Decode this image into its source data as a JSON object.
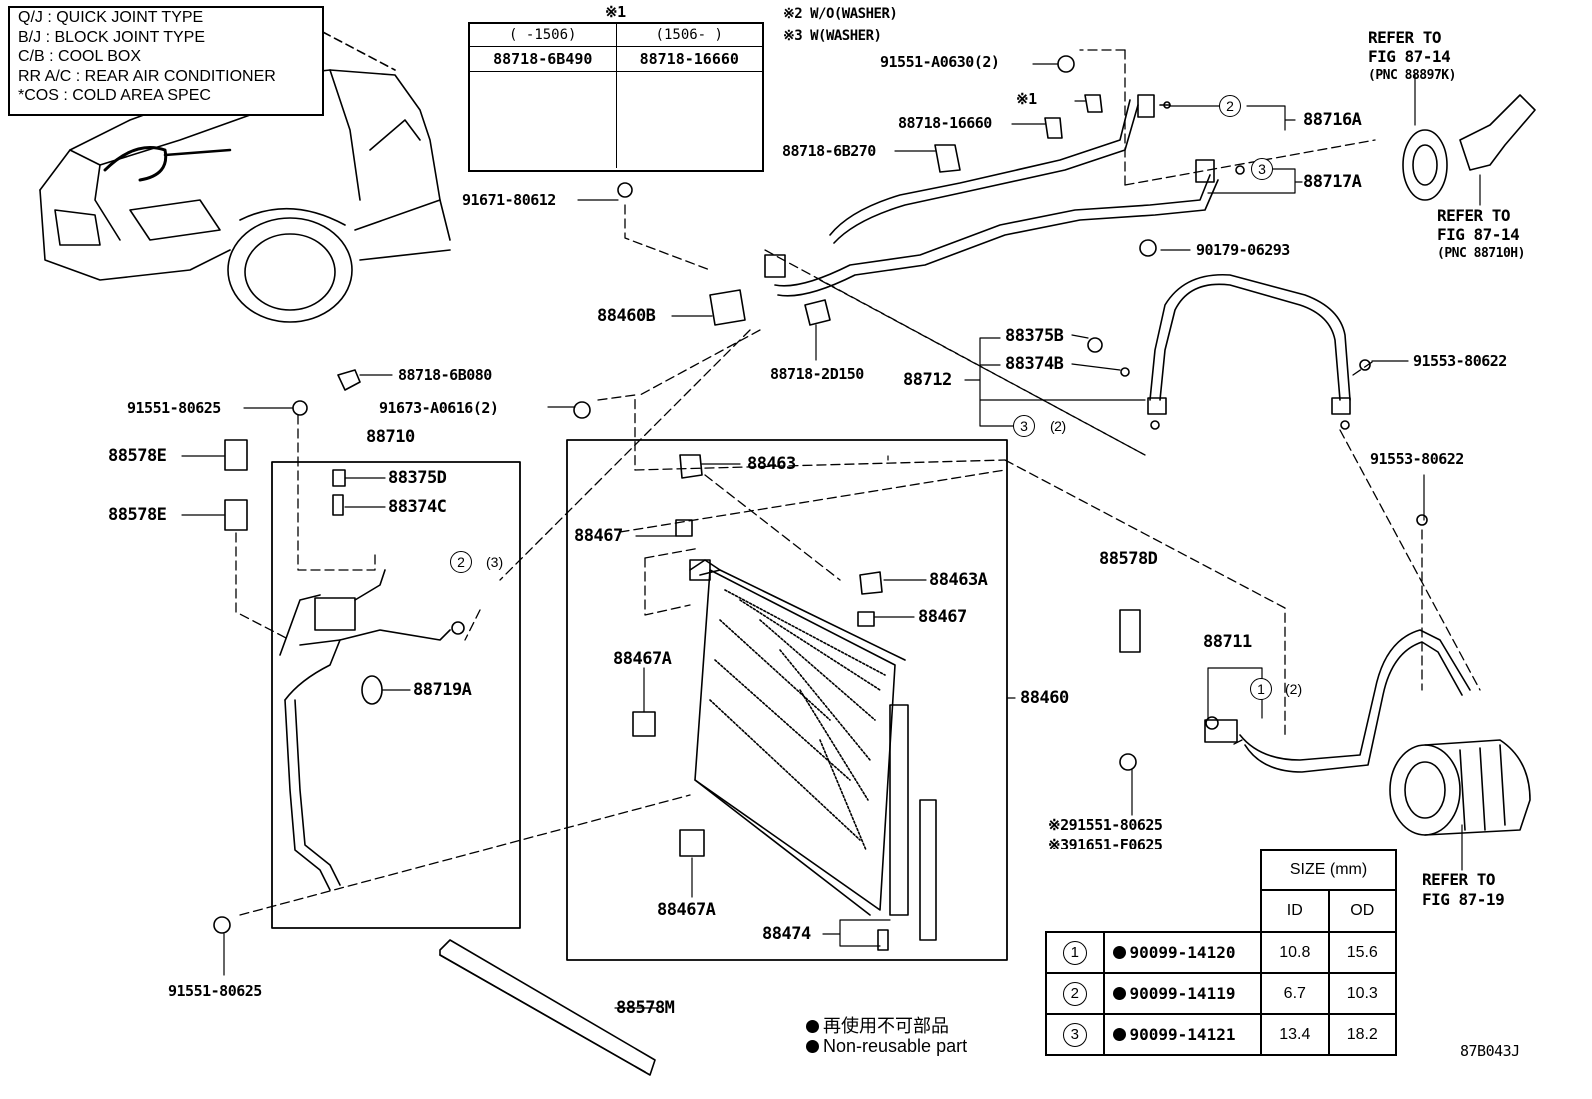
{
  "legend": {
    "rows": [
      "Q/J  :  QUICK JOINT TYPE",
      "B/J  :  BLOCK JOINT TYPE",
      "C/B  :  COOL BOX",
      "RR A/C  :  REAR AIR CONDITIONER",
      "*COS  :  COLD AREA SPEC"
    ]
  },
  "notes": {
    "note1_mark": "※1",
    "note2": "※2 W/O(WASHER)",
    "note3": "※3 W(WASHER)"
  },
  "variant_table": {
    "col1_range": "(     -1506)",
    "col2_range": "(1506-     )",
    "col1_part": "88718-6B490",
    "col2_part": "88718-16660"
  },
  "refs": {
    "ref_88897k": {
      "line1": "REFER TO",
      "line2": "FIG 87-14",
      "line3": "(PNC 88897K)"
    },
    "ref_88710h": {
      "line1": "REFER TO",
      "line2": "FIG 87-14",
      "line3": "(PNC 88710H)"
    },
    "ref_87_19": {
      "line1": "REFER TO",
      "line2": "FIG 87-19"
    }
  },
  "labels": {
    "p91551_a0630": "91551-A0630(2)",
    "mark1": "※1",
    "p88718_16660": "88718-16660",
    "p88718_6b270": "88718-6B270",
    "p88716a": "88716A",
    "p88717a": "88717A",
    "p91671_80612": "91671-80612",
    "p90179_06293": "90179-06293",
    "p88460b": "88460B",
    "p88718_2d150": "88718-2D150",
    "p88375b": "88375B",
    "p88374b": "88374B",
    "p88712": "88712",
    "p91553_80622a": "91553-80622",
    "p91553_80622b": "91553-80622",
    "p88718_6b080": "88718-6B080",
    "p91551_80625a": "91551-80625",
    "p91673_a0616": "91673-A0616(2)",
    "p88710": "88710",
    "p88578e1": "88578E",
    "p88578e2": "88578E",
    "p88375d": "88375D",
    "p88374c": "88374C",
    "p88719a": "88719A",
    "p88463": "88463",
    "p88467a": "88467",
    "p88463a": "88463A",
    "p88467b": "88467",
    "p88467a1": "88467A",
    "p88467a2": "88467A",
    "p88460": "88460",
    "p88474": "88474",
    "p88578d": "88578D",
    "p88711": "88711",
    "p291551": "※291551-80625",
    "p391651": "※391651-F0625",
    "p91551_80625b": "91551-80625",
    "p88578m": "88578M",
    "qty_3_2": "(2)",
    "qty_2_3": "(3)",
    "qty_1_2": "(2)",
    "circ1": "1",
    "circ2": "2",
    "circ3": "3",
    "circ2b": "2",
    "circ3b": "3",
    "circ1b": "1"
  },
  "size_table": {
    "header": "SIZE (mm)",
    "col_id": "ID",
    "col_od": "OD",
    "rows": [
      {
        "num": "1",
        "part": "90099-14120",
        "id": "10.8",
        "od": "15.6"
      },
      {
        "num": "2",
        "part": "90099-14119",
        "id": "6.7",
        "od": "10.3"
      },
      {
        "num": "3",
        "part": "90099-14121",
        "id": "13.4",
        "od": "18.2"
      }
    ]
  },
  "footnote": {
    "jp": "再使用不可部品",
    "en": "Non-reusable part"
  },
  "figure_code": "87B043J"
}
